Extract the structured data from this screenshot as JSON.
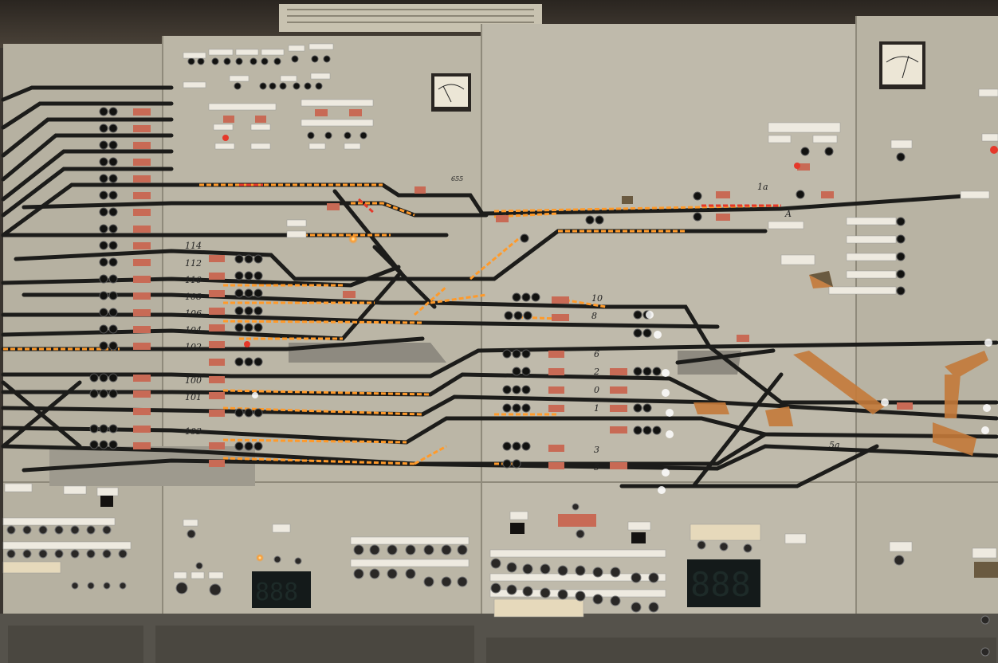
{
  "scene": {
    "description_hidden": "",
    "colors": {
      "panel": "#b9b4a4",
      "panel_dark": "#a7a292",
      "track": "#1c1c1a",
      "lamp_on": "#ff9a2a",
      "lamp_red": "#e5382a",
      "label_red": "#c86a55",
      "label_white": "#eeeae0",
      "display_bg": "#141a1a"
    },
    "handwritten": {
      "t114": "114",
      "t112": "112",
      "t110": "110",
      "t108": "108",
      "t106": "106",
      "t104": "104",
      "t102": "102",
      "t100": "100",
      "t101": "101",
      "t103": "103",
      "t10": "10",
      "t8": "8",
      "t6": "6",
      "t2": "2",
      "t0": "0",
      "t1": "1",
      "t3": "3",
      "t5": "5",
      "t5a": "5a",
      "tA": "A",
      "t1a": "1a",
      "t655": "655"
    },
    "displays": {
      "left": "888",
      "right": "888"
    }
  }
}
